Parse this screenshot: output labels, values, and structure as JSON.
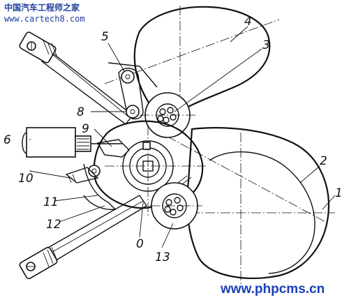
{
  "watermark_top": {
    "site_name": "中国汽车工程师之家",
    "url": "www.cartech8.com"
  },
  "watermark_bottom": {
    "url": "www.phpcms.cn"
  },
  "part_labels": {
    "l0": "0",
    "l1": "1",
    "l2": "2",
    "l3": "3",
    "l4": "4",
    "l5": "5",
    "l6": "6",
    "l8": "8",
    "l9": "9",
    "l10": "10",
    "l11": "11",
    "l12": "12",
    "l13": "13"
  }
}
